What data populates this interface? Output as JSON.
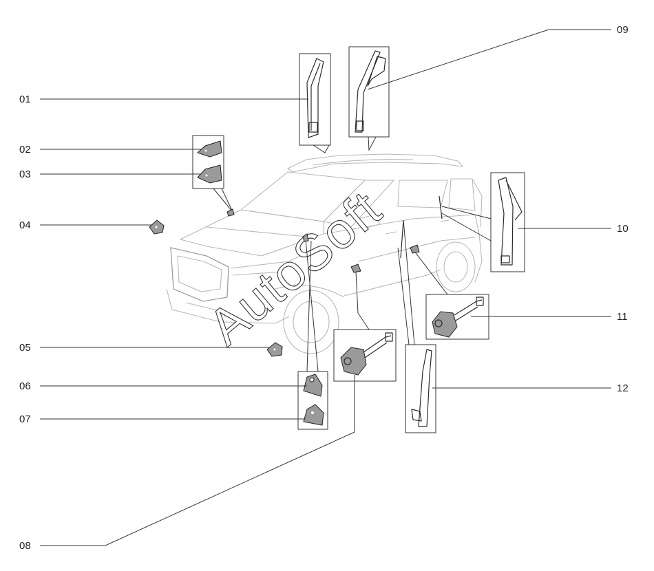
{
  "callouts": {
    "c01": "01",
    "c02": "02",
    "c03": "03",
    "c04": "04",
    "c05": "05",
    "c06": "06",
    "c07": "07",
    "c08": "08",
    "c09": "09",
    "c10": "10",
    "c11": "11",
    "c12": "12"
  },
  "watermark": "AutoSoft"
}
